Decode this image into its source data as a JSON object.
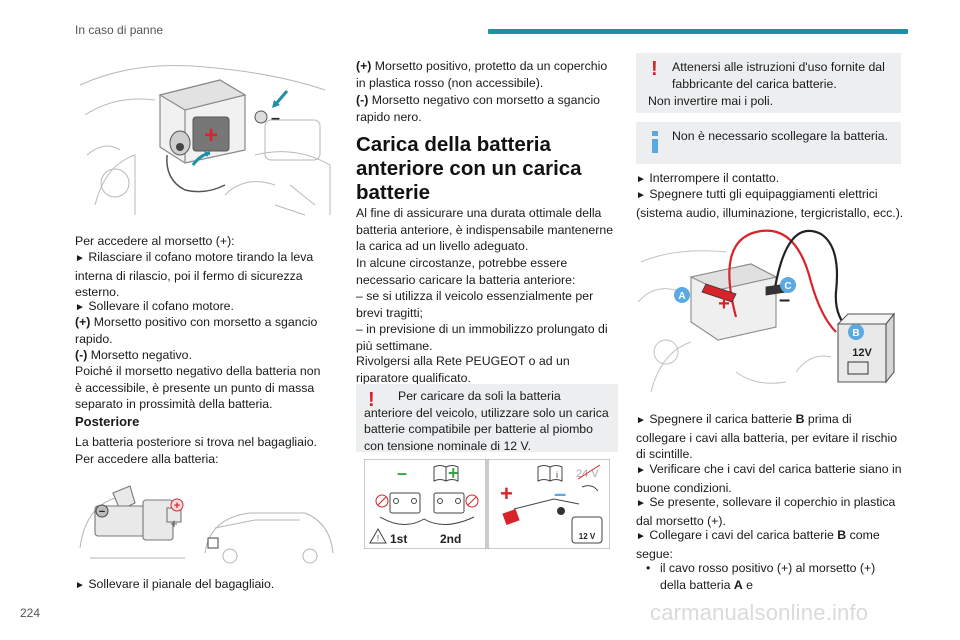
{
  "header": {
    "section_title": "In caso di panne"
  },
  "page_number": "224",
  "watermark": "carmanualsonline.info",
  "col1": {
    "access_front": "Per accedere al morsetto (+):",
    "step1": "Rilasciare il cofano motore tirando la leva interna di rilascio, poi il fermo di sicurezza esterno.",
    "step2": "Sollevare il cofano motore.",
    "plus_key": "(+)",
    "plus_text": " Morsetto positivo con morsetto a sgancio rapido.",
    "minus_key": "(-)",
    "minus_text": " Morsetto negativo.",
    "note": "Poiché il morsetto negativo della batteria non è accessibile, è presente un punto di massa separato in prossimità della batteria.",
    "rear_heading": "Posteriore",
    "rear_text": "La batteria posteriore si trova nel bagagliaio. Per accedere alla batteria:",
    "rear_step": "Sollevare il pianale del bagagliaio."
  },
  "col2": {
    "plus_key": "(+)",
    "plus_text": " Morsetto positivo, protetto da un coperchio in plastica rosso (non accessibile).",
    "minus_key": "(-)",
    "minus_text": " Morsetto negativo con morsetto a sgancio rapido nero.",
    "heading": "Carica della batteria anteriore con un carica batterie",
    "intro": "Al fine di assicurare una durata ottimale della batteria anteriore, è indispensabile mantenerne la carica ad un livello adeguato.",
    "circumstances": "In alcune circostanze, potrebbe essere necessario caricare la batteria anteriore:",
    "dash1": "se si utilizza il veicolo essenzialmente per brevi tragitti;",
    "dash2": "in previsione di un immobilizzo prolungato di più settimane.",
    "network": "Rivolgersi alla Rete PEUGEOT o ad un riparatore qualificato.",
    "warning": "Per caricare da soli la batteria anteriore del veicolo, utilizzare solo un carica batterie compatibile per batterie al piombo con tensione nominale di 12 V.",
    "diagram": {
      "first": "1st",
      "second": "2nd",
      "volt24": "24 V",
      "volt12": "12 V"
    }
  },
  "col3": {
    "warning": "Attenersi alle istruzioni d'uso fornite dal fabbricante del carica batterie.",
    "warning2": "Non invertire mai i poli.",
    "info": "Non è necessario scollegare la batteria.",
    "step1": "Interrompere il contatto.",
    "step2": "Spegnere tutti gli equipaggiamenti elettrici (sistema audio, illuminazione, tergicristallo, ecc.).",
    "labels": {
      "a": "A",
      "b": "B",
      "c": "C",
      "volt": "12V"
    },
    "step3_pre": "Spegnere il carica batterie ",
    "step3_key": "B",
    "step3_post": " prima di collegare i cavi alla batteria, per evitare il rischio di scintille.",
    "step4": "Verificare che i cavi del carica batterie siano in buone condizioni.",
    "step5": "Se presente, sollevare il coperchio in plastica dal morsetto (+).",
    "step6_pre": "Collegare i cavi del carica batterie ",
    "step6_key": "B",
    "step6_post": " come segue:",
    "sub1_pre": "il cavo rosso positivo (+) al morsetto (+) della batteria ",
    "sub1_key": "A",
    "sub1_post": " e"
  },
  "icons": {
    "arrow": "right-pointer-icon",
    "warning": "exclamation-warning-icon",
    "info": "info-icon"
  },
  "colors": {
    "accent": "#1f8fa6",
    "warning_red": "#d8232a",
    "info_blue": "#5aa9e0",
    "box_bg": "#eceeef"
  }
}
